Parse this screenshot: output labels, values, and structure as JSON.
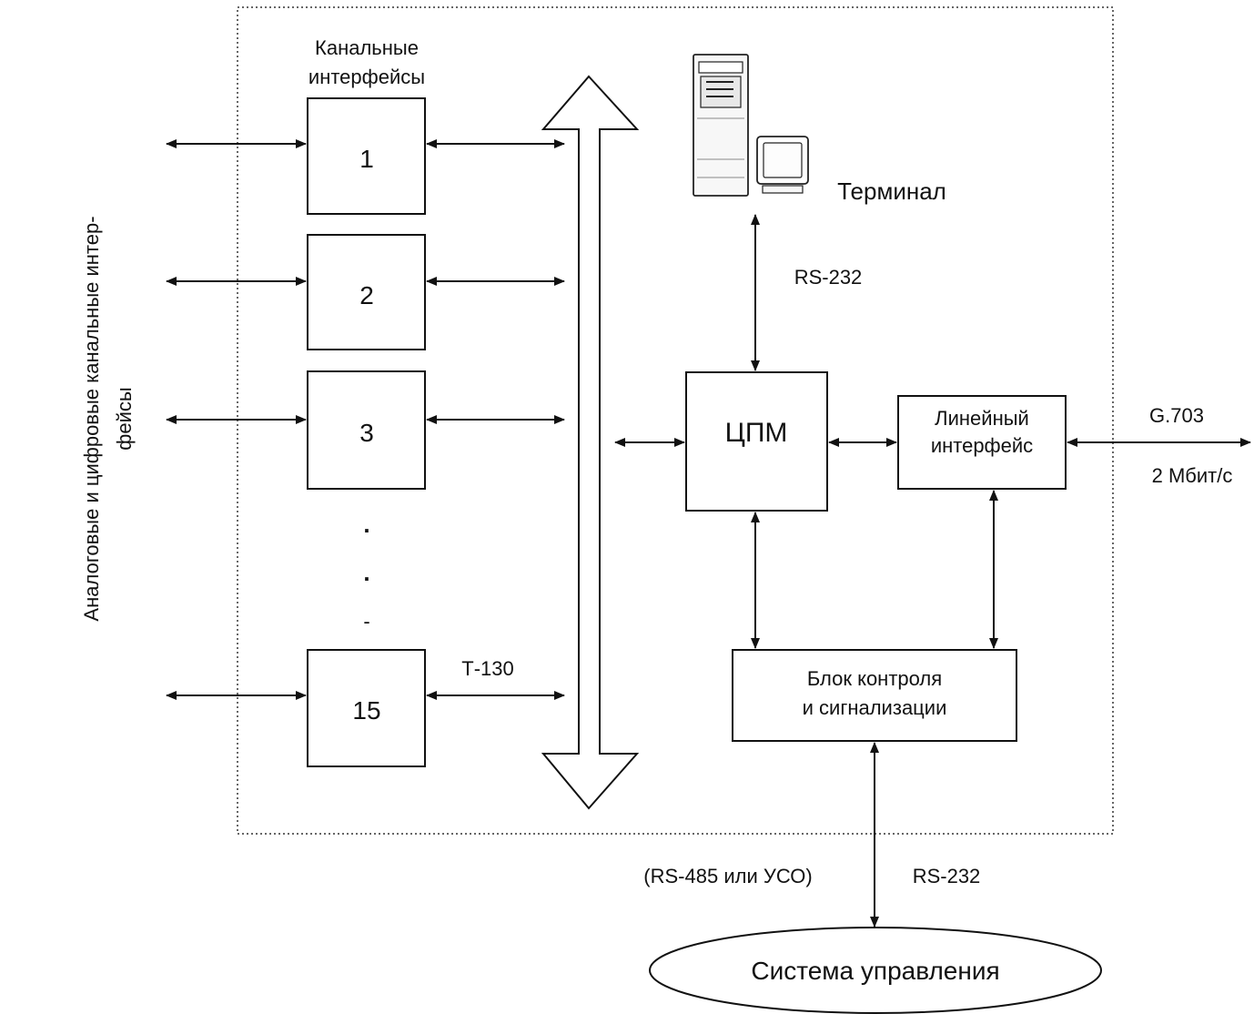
{
  "labels": {
    "channel_interfaces_line1": "Канальные",
    "channel_interfaces_line2": "интерфейсы",
    "side_label_line1": "Аналоговые и цифровые канальные интер-",
    "side_label_line2": "фейсы",
    "terminal": "Терминал",
    "rs232_terminal": "RS-232",
    "cpm": "ЦПМ",
    "line_interface_line1": "Линейный",
    "line_interface_line2": "интерфейс",
    "g703": "G.703",
    "rate": "2 Мбит/с",
    "control_block_line1": "Блок контроля",
    "control_block_line2": "и сигнализации",
    "t130": "Т-130",
    "rs485": "(RS-485 или УСО)",
    "rs232_control": "RS-232",
    "management_system": "Система управления"
  },
  "channels": [
    "1",
    "2",
    "3",
    "15"
  ],
  "ellipsis_dots": [
    ".",
    ".",
    "-"
  ]
}
